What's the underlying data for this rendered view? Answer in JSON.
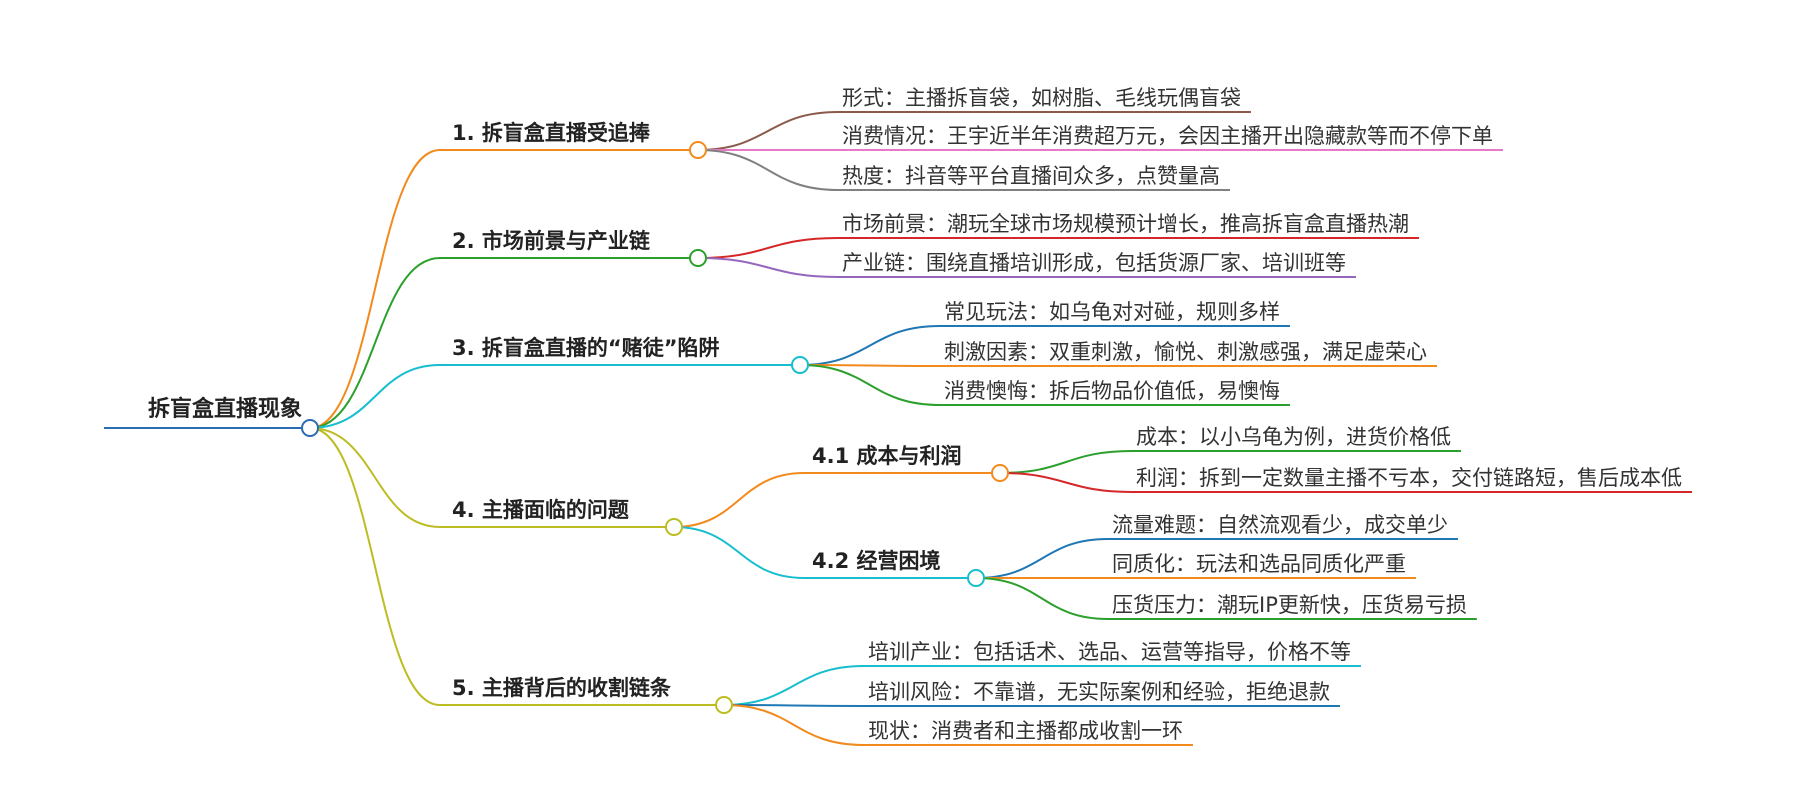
{
  "root": {
    "label": "拆盲盒直播现象",
    "color": "#2b6cb0"
  },
  "branches": [
    {
      "label": "1. 拆盲盒直播受追捧",
      "color": "#f28a1e",
      "leaves": [
        {
          "text": "形式：主播拆盲袋，如树脂、毛线玩偶盲袋",
          "color": "#8b5a4a"
        },
        {
          "text": "消费情况：王宇近半年消费超万元，会因主播开出隐藏款等而不停下单",
          "color": "#e879c9"
        },
        {
          "text": "热度：抖音等平台直播间众多，点赞量高",
          "color": "#808080"
        }
      ]
    },
    {
      "label": "2. 市场前景与产业链",
      "color": "#2ca02c",
      "leaves": [
        {
          "text": "市场前景：潮玩全球市场规模预计增长，推高拆盲盒直播热潮",
          "color": "#d62728"
        },
        {
          "text": "产业链：围绕直播培训形成，包括货源厂家、培训班等",
          "color": "#9467bd"
        }
      ]
    },
    {
      "label": "3. 拆盲盒直播的“赌徒”陷阱",
      "color": "#17becf",
      "leaves": [
        {
          "text": "常见玩法：如乌龟对对碰，规则多样",
          "color": "#1f77b4"
        },
        {
          "text": "刺激因素：双重刺激，愉悦、刺激感强，满足虚荣心",
          "color": "#f28a1e"
        },
        {
          "text": "消费懊悔：拆后物品价值低，易懊悔",
          "color": "#2ca02c"
        }
      ]
    },
    {
      "label": "4. 主播面临的问题",
      "color": "#bcbd22",
      "subs": [
        {
          "label": "4.1 成本与利润",
          "color": "#f28a1e",
          "leaves": [
            {
              "text": "成本：以小乌龟为例，进货价格低",
              "color": "#2ca02c"
            },
            {
              "text": "利润：拆到一定数量主播不亏本，交付链路短，售后成本低",
              "color": "#d62728"
            }
          ]
        },
        {
          "label": "4.2 经营困境",
          "color": "#17becf",
          "leaves": [
            {
              "text": "流量难题：自然流观看少，成交单少",
              "color": "#1f77b4"
            },
            {
              "text": "同质化：玩法和选品同质化严重",
              "color": "#f28a1e"
            },
            {
              "text": "压货压力：潮玩IP更新快，压货易亏损",
              "color": "#2ca02c"
            }
          ]
        }
      ]
    },
    {
      "label": "5. 主播背后的收割链条",
      "color": "#bcbd22",
      "leaves": [
        {
          "text": "培训产业：包括话术、选品、运营等指导，价格不等",
          "color": "#17becf"
        },
        {
          "text": "培训风险：不靠谱，无实际案例和经验，拒绝退款",
          "color": "#1f77b4"
        },
        {
          "text": "现状：消费者和主播都成收割一环",
          "color": "#f28a1e"
        }
      ]
    }
  ]
}
